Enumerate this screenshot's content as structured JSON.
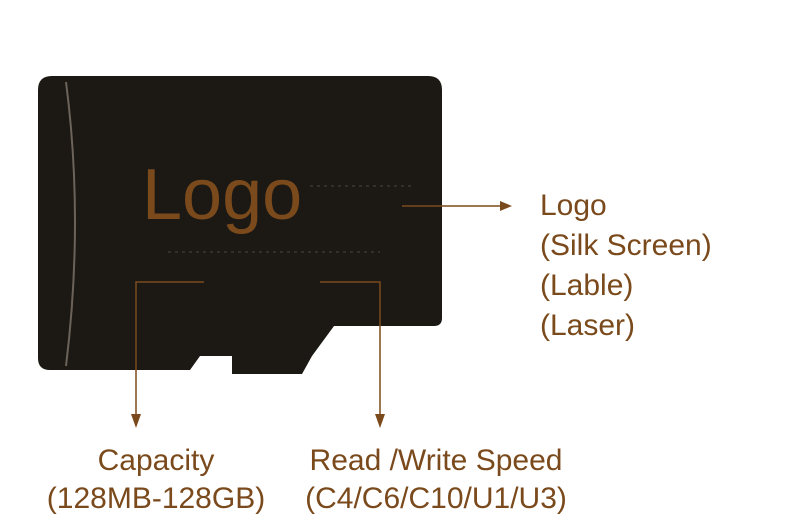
{
  "card": {
    "logo_text": "Logo",
    "body_color": "#1c1914",
    "accent_color": "#7a4a1c"
  },
  "callouts": {
    "logo": {
      "title": "Logo",
      "methods": [
        "(Silk Screen)",
        "(Lable)",
        "(Laser)"
      ]
    },
    "capacity": {
      "title": "Capacity",
      "range": "(128MB-128GB)"
    },
    "speed": {
      "title": "Read /Write Speed",
      "classes": "(C4/C6/C10/U1/U3)"
    }
  }
}
